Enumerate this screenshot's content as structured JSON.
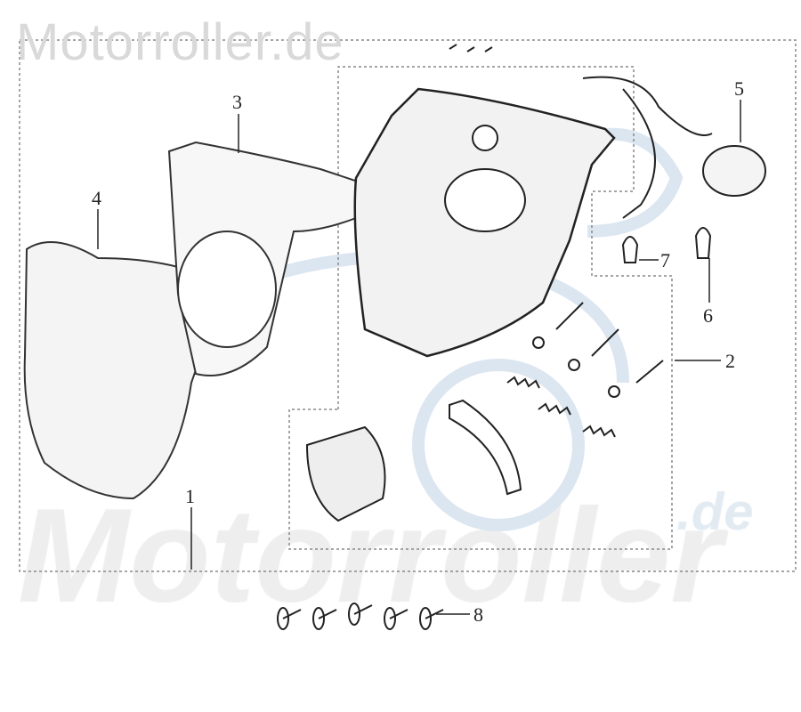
{
  "watermark_top": "Motorroller.de",
  "watermark_big": "Motorroller",
  "watermark_de": ".de",
  "callouts": [
    "1",
    "2",
    "3",
    "4",
    "5",
    "6",
    "7",
    "8"
  ],
  "colors": {
    "line": "#222222",
    "dashed": "#888888",
    "watermark": "#d9d9d9",
    "watermark_blue": "#c9d9ea"
  }
}
